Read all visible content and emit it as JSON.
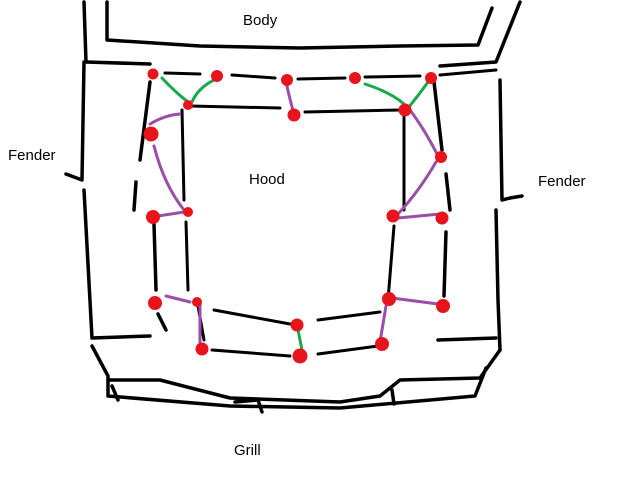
{
  "labels": {
    "body": "Body",
    "hood": "Hood",
    "fender_left": "Fender",
    "fender_right": "Fender",
    "grill": "Grill"
  },
  "colors": {
    "outline": "#000000",
    "mount_point": "#e8141c",
    "hinge_link": "#1aa84a",
    "brace_link": "#9a4ea8",
    "background": "#ffffff"
  }
}
